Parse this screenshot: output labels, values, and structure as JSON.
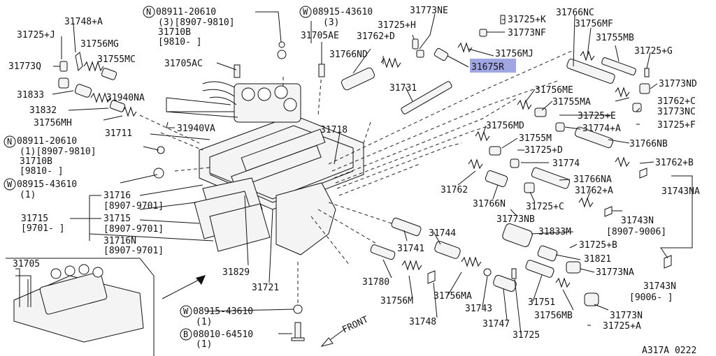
{
  "diagram": {
    "figure_code": "A317A 0222",
    "front_label": "FRONT",
    "highlighted_part": "31675R",
    "labels": {
      "l_31748A": "31748+A",
      "l_31725J": "31725+J",
      "l_31756MG": "31756MG",
      "l_31755MC": "31755MC",
      "l_31773Q": "31773Q",
      "l_31833": "31833",
      "l_31832": "31832",
      "l_31756MH": "31756MH",
      "l_31711": "31711",
      "l_31940NA": "31940NA",
      "l_31940VA": "31940VA",
      "l_31705AC": "31705AC",
      "l_N08911a": "08911-20610",
      "l_N08911a_q": "(3)[8907-9810]",
      "l_31710Ba": "31710B",
      "l_31710Ba_d": "[9810-    ]",
      "l_W08915a": "08915-43610",
      "l_W08915a_q": "(3)",
      "l_31705AE": "31705AE",
      "l_31773NE": "31773NE",
      "l_31725H": "31725+H",
      "l_31762D": "31762+D",
      "l_31766ND": "31766ND",
      "l_31725K": "31725+K",
      "l_31773NF": "31773NF",
      "l_31756MJ": "31756MJ",
      "l_31675R": "31675R",
      "l_31731": "31731",
      "l_31766NC": "31766NC",
      "l_31756MF": "31756MF",
      "l_31755MB": "31755MB",
      "l_31725G": "31725+G",
      "l_31773ND": "31773ND",
      "l_31756ME": "31756ME",
      "l_31755MA": "31755MA",
      "l_31762C": "31762+C",
      "l_31773NC": "31773NC",
      "l_31725E": "31725+E",
      "l_31725F": "31725+F",
      "l_31774A": "31774+A",
      "l_31756MD": "31756MD",
      "l_31755M": "31755M",
      "l_31725D": "31725+D",
      "l_31766NB": "31766NB",
      "l_31774": "31774",
      "l_31762B": "31762+B",
      "l_31766NA": "31766NA",
      "l_31743NA": "31743NA",
      "l_31762": "31762",
      "l_31762A": "31762+A",
      "l_31766N": "31766N",
      "l_31725C": "31725+C",
      "l_31773NB": "31773NB",
      "l_31743N1": "31743N",
      "l_31743N1_d": "[8907-9006]",
      "l_N08911b": "08911-20610",
      "l_N08911b_q": "(1)[8907-9810]",
      "l_31710Bb": "31710B",
      "l_31710Bb_d": "[9810-    ]",
      "l_W08915b": "08915-43610",
      "l_W08915b_q": "(1)",
      "l_31718": "31718",
      "l_31716": "31716",
      "l_31716_d": "[8907-9701]",
      "l_31715": "31715",
      "l_31715_d1": "[9701-    ]",
      "l_31715b": "31715",
      "l_31715b_d": "[8907-9701]",
      "l_31716N": "31716N",
      "l_31716N_d": "[8907-9701]",
      "l_31833M": "31833M",
      "l_31725B": "31725+B",
      "l_31821": "31821",
      "l_31773NA": "31773NA",
      "l_31743N2": "31743N",
      "l_31743N2_d": "[9006-    ]",
      "l_31744": "31744",
      "l_31741": "31741",
      "l_31829": "31829",
      "l_31721": "31721",
      "l_31780": "31780",
      "l_31756M": "31756M",
      "l_31756MA": "31756MA",
      "l_31743": "31743",
      "l_31751": "31751",
      "l_31756MB": "31756MB",
      "l_31773N": "31773N",
      "l_31748": "31748",
      "l_31747": "31747",
      "l_31725": "31725",
      "l_31725A": "31725+A",
      "l_31705": "31705",
      "l_W08915c": "08915-43610",
      "l_W08915c_q": "(1)",
      "l_B08010": "08010-64510",
      "l_B08010_q": "(1)",
      "sym_N": "N",
      "sym_W": "W",
      "sym_B": "B"
    }
  }
}
